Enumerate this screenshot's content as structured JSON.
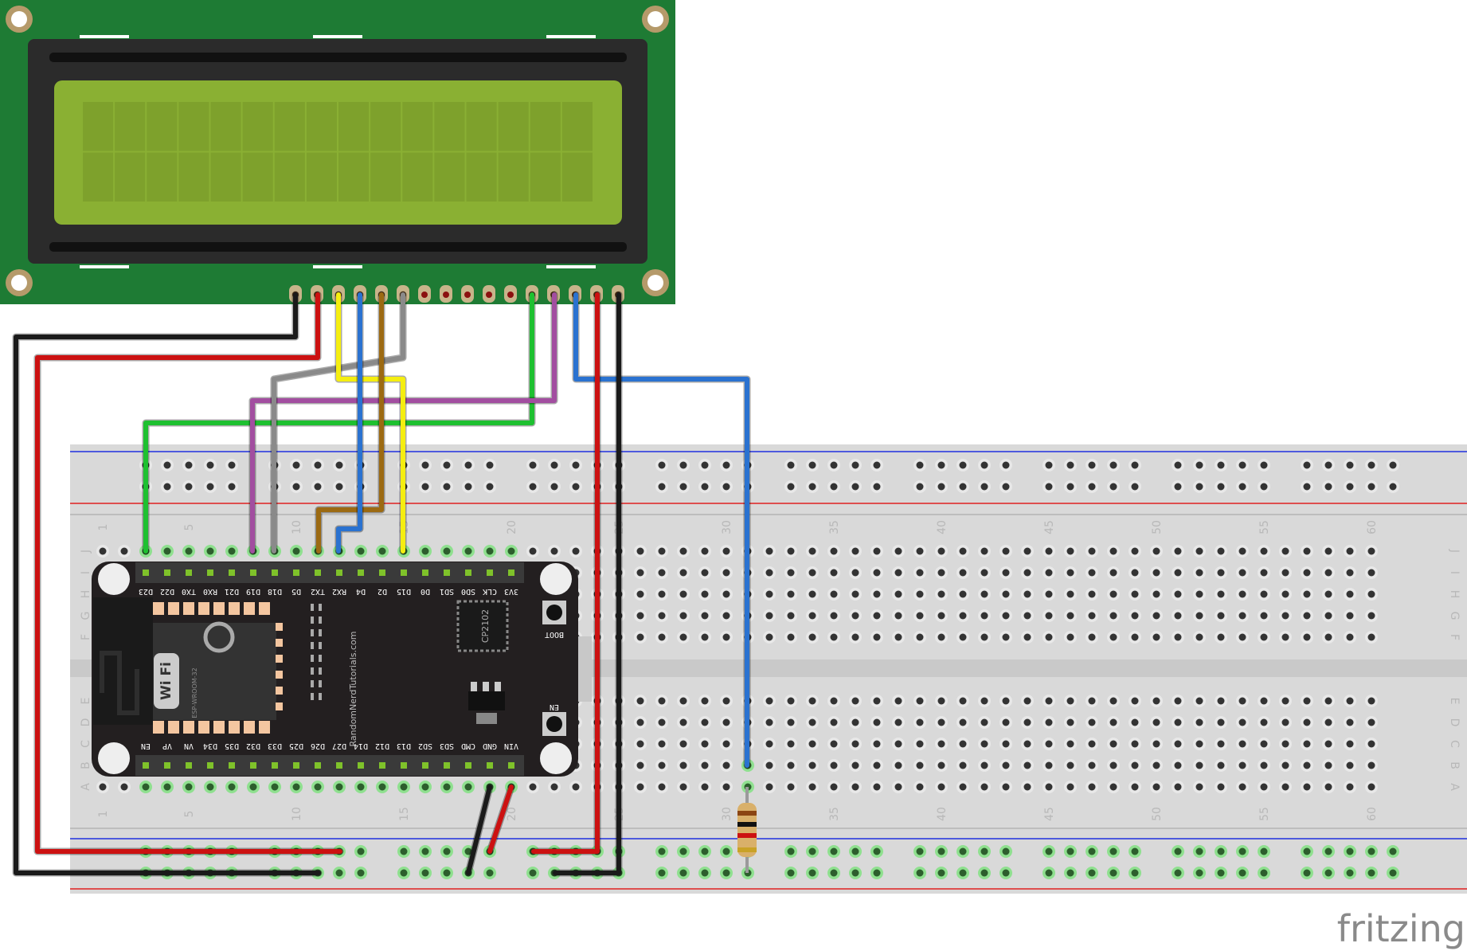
{
  "lcd": {
    "pin_count": 16,
    "columns": 16,
    "rows": 2,
    "colors": {
      "pcb": "#1e7b34",
      "bezel": "#2b2b2b",
      "screen": "#8ab033",
      "cell": "#7ea12c"
    }
  },
  "esp32": {
    "top_pin_labels": [
      "D23",
      "D22",
      "TX0",
      "RX0",
      "D21",
      "D19",
      "D18",
      "D5",
      "TX2",
      "RX2",
      "D4",
      "D2",
      "D15",
      "D0",
      "SD1",
      "SD0",
      "CLK",
      "3V3"
    ],
    "bottom_pin_labels": [
      "EN",
      "VP",
      "VN",
      "D34",
      "D35",
      "D32",
      "D33",
      "D25",
      "D26",
      "D27",
      "D14",
      "D12",
      "D13",
      "SD2",
      "SD3",
      "CMD",
      "GND",
      "VIN"
    ],
    "boot_label": "BOOT",
    "en_label": "EN",
    "chip_label": "CP2102",
    "module_label": "ESP-WROOM-32",
    "wifi_label": "Wi Fi",
    "maker_text": "RandomNerdTutorials.com",
    "board_color": "#231f20"
  },
  "breadboard": {
    "columns": 60,
    "column_numbers": [
      "1",
      "5",
      "10",
      "15",
      "20",
      "25",
      "30",
      "35",
      "40",
      "45",
      "50",
      "55",
      "60"
    ],
    "top_row_letters": [
      "J",
      "I",
      "H",
      "G",
      "F"
    ],
    "bottom_row_letters": [
      "E",
      "D",
      "C",
      "B",
      "A"
    ],
    "colors": {
      "body": "#d9d9d9",
      "rail_positive": "#e02020",
      "rail_negative": "#2030e0"
    }
  },
  "wire_colors": {
    "black": "#1a1a1a",
    "red": "#cc1111",
    "yellow": "#f5ee10",
    "blue": "#2a72d0",
    "brown": "#9c6a12",
    "gray": "#8a8a8a",
    "green": "#1ec030",
    "purple": "#a24ea0"
  },
  "logo": {
    "text": "fritzing"
  }
}
